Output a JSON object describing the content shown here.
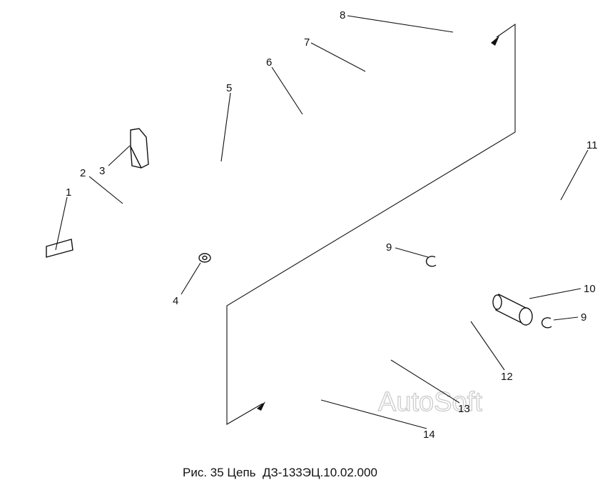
{
  "caption": "Рис. 35 Цепь  ДЗ-133ЭЦ.10.02.000",
  "watermark": "AutoSoft",
  "callouts": [
    "1",
    "2",
    "3",
    "4",
    "5",
    "6",
    "7",
    "8",
    "9",
    "10",
    "9",
    "11",
    "12",
    "13",
    "14"
  ]
}
